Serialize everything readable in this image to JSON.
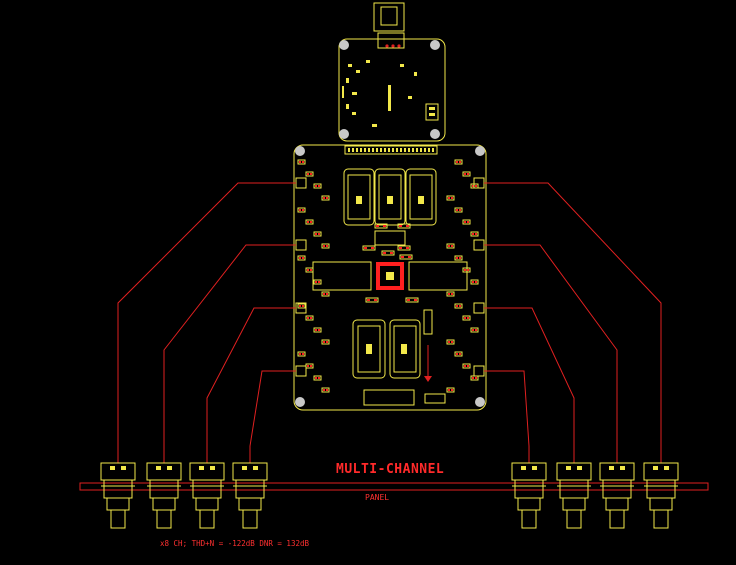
{
  "diagram": {
    "title": "MULTI-CHANNEL",
    "panel_label": "PANEL",
    "spec_line": "x8 CH; THD+N = -122dB  DNR = 132dB"
  },
  "colors": {
    "background": "#000000",
    "silkscreen": "#f2e84a",
    "trace": "#e02020",
    "pad": "#ff2020",
    "hole": "#c8c8c8"
  },
  "connectors": {
    "left_count": 4,
    "right_count": 4
  }
}
